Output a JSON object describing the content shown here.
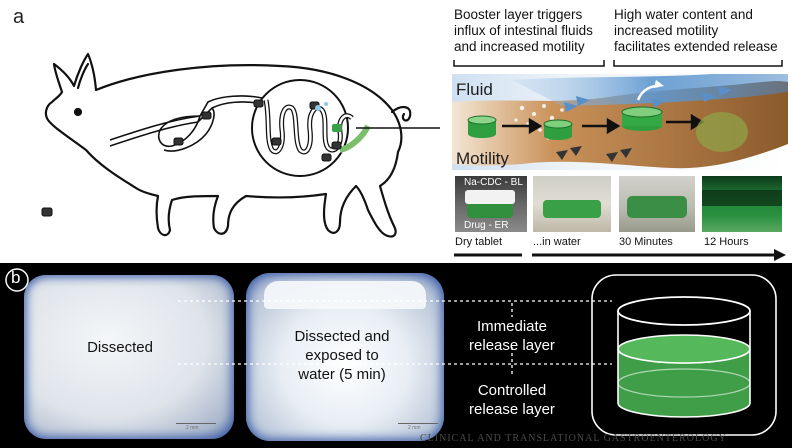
{
  "panel_a": {
    "letter": "a",
    "caption_left": [
      "Booster layer triggers",
      "influx of intestinal fluids",
      "and increased motility"
    ],
    "caption_right": [
      "High water content and",
      "increased motility",
      "facilitates extended release"
    ],
    "fluid_label": "Fluid",
    "motility_label": "Motility",
    "tablet_top_label": "Na-CDC - BL",
    "tablet_bottom_label": "Drug - ER",
    "timeline": [
      "Dry tablet",
      "...in water",
      "30 Minutes",
      "12 Hours"
    ]
  },
  "panel_b": {
    "letter": "b",
    "label_dissected": "Dissected",
    "label_exposed": [
      "Dissected and",
      "exposed to",
      "water (5 min)"
    ],
    "label_immediate": [
      "Immediate",
      "release layer"
    ],
    "label_controlled": [
      "Controlled",
      "release layer"
    ],
    "scale_label": "2 mm"
  },
  "credit": "CLINICAL AND TRANSLATIONAL GASTROENTEROLOGY",
  "colors": {
    "tablet_green": "#2e9e3f",
    "fluid_blue": "#7fb0dc",
    "tissue_brown": "#8b5a2b"
  }
}
